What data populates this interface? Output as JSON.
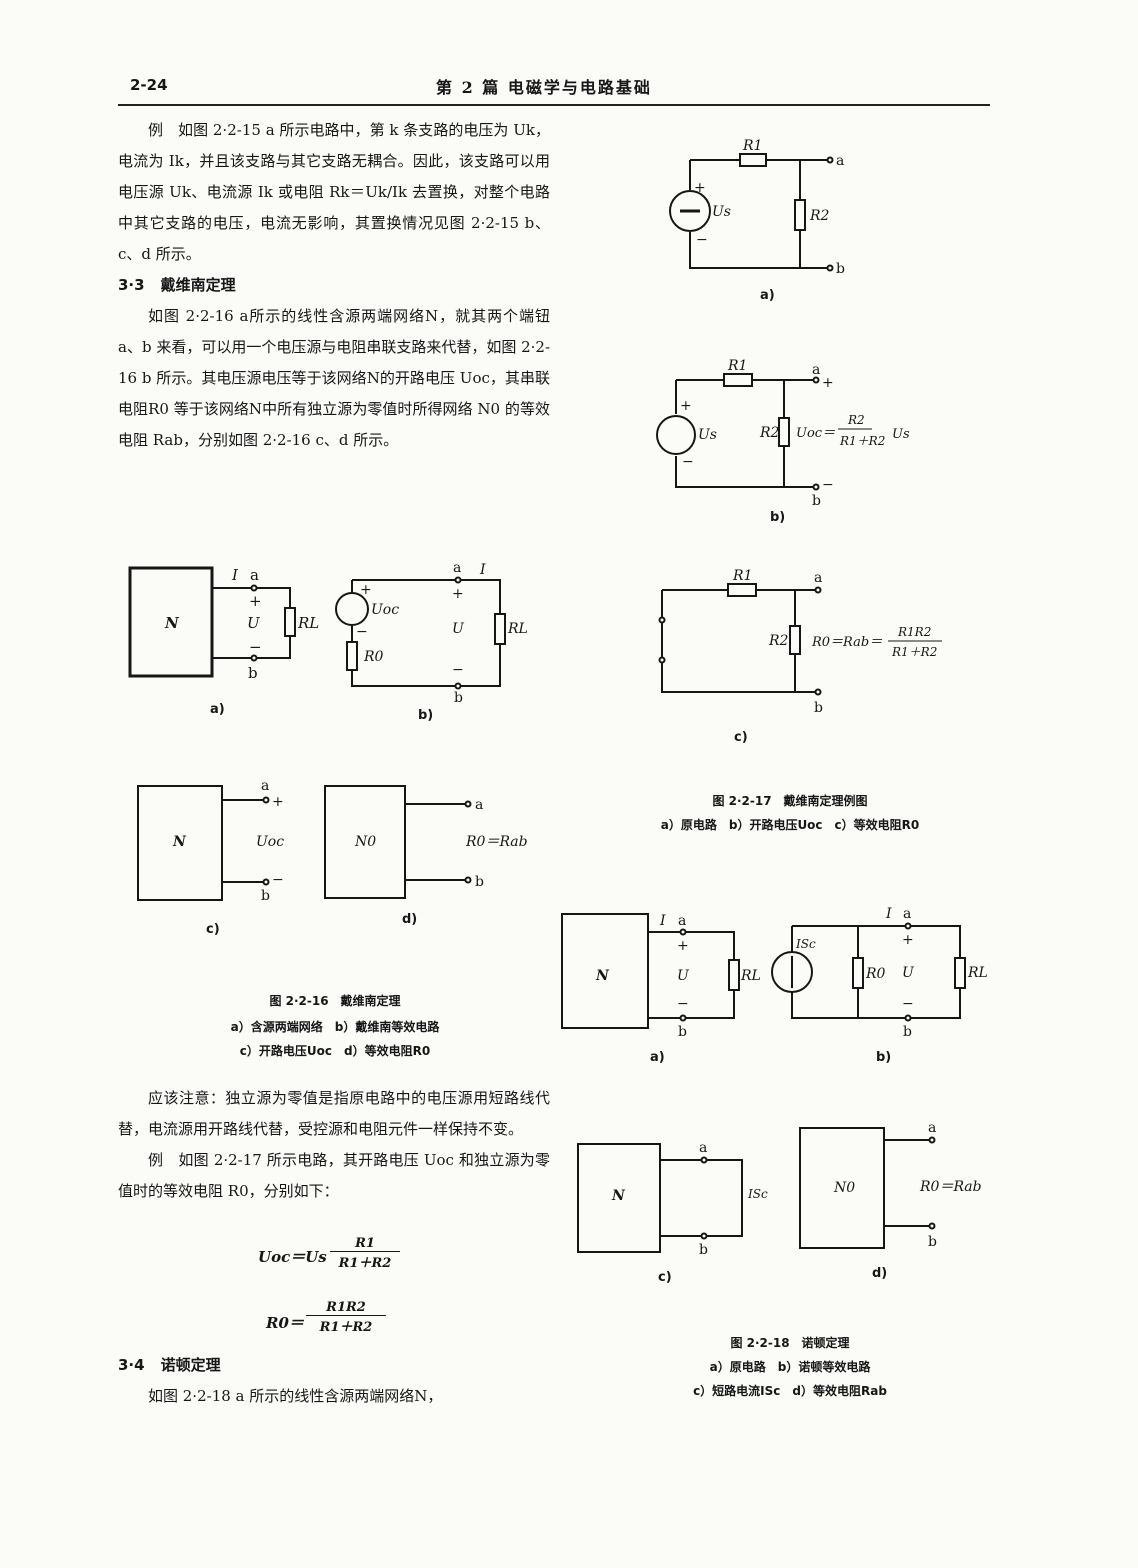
{
  "header": {
    "page_number": "2-24",
    "title": "第 2 篇   电磁学与电路基础"
  },
  "text": {
    "p1": "例　如图 2·2-15 a 所示电路中，第 k 条支路的电压为 Uk，电流为 Ik，并且该支路与其它支路无耦合。因此，该支路可以用电压源 Uk、电流源 Ik 或电阻 Rk＝Uk/Ik 去置换，对整个电路中其它支路的电压，电流无影响，其置换情况见图 2·2-15 b、c、d 所示。",
    "s33_num": "3·3",
    "s33_title": "戴维南定理",
    "p2": "如图 2·2-16 a所示的线性含源两端网络N，就其两个端钮 a、b 来看，可以用一个电压源与电阻串联支路来代替，如图 2·2-16 b 所示。其电压源电压等于该网络N的开路电压 Uoc，其串联电阻R0 等于该网络N中所有独立源为零值时所得网络 N0 的等效电阻 Rab，分别如图 2·2-16 c、d 所示。",
    "p3": "应该注意：独立源为零值是指原电路中的电压源用短路线代替，电流源用开路线代替，受控源和电阻元件一样保持不变。",
    "p4": "例　如图 2·2-17 所示电路，其开路电压 Uoc 和独立源为零值时的等效电阻 R0，分别如下：",
    "s34_num": "3·4",
    "s34_title": "诺顿定理",
    "p5": "如图 2·2-18 a 所示的线性含源两端网络N，"
  },
  "equations": {
    "uoc_lhs": "Uoc＝Us",
    "uoc_num": "R1",
    "uoc_den": "R1＋R2",
    "r0_lhs": "R0＝",
    "r0_num": "R1R2",
    "r0_den": "R1＋R2"
  },
  "figures": {
    "fig16": {
      "caption": "图 2·2-16　戴维南定理",
      "legend1": "a）含源两端网络　b）戴维南等效电路",
      "legend2": "c）开路电压Uoc　d）等效电阻R0",
      "sub_a": "a)",
      "sub_b": "b)",
      "sub_c": "c)",
      "sub_d": "d)"
    },
    "fig17": {
      "caption": "图 2·2-17　戴维南定理例图",
      "legend1": "a）原电路　b）开路电压Uoc　c）等效电阻R0",
      "sub_a": "a)",
      "sub_b": "b)",
      "sub_c": "c)"
    },
    "fig18": {
      "caption": "图 2·2-18　诺顿定理",
      "legend1": "a）原电路　b）诺顿等效电路",
      "legend2": "c）短路电流ISc　d）等效电阻Rab",
      "sub_a": "a)",
      "sub_b": "b)",
      "sub_c": "c)",
      "sub_d": "d)"
    }
  },
  "labels": {
    "N": "N",
    "N0": "N0",
    "a": "a",
    "b": "b",
    "I": "I",
    "U": "U",
    "plus": "+",
    "minus": "−",
    "RL": "RL",
    "R0": "R0",
    "R1": "R1",
    "R2": "R2",
    "Uoc": "Uoc",
    "Us": "Us",
    "Isc": "ISc",
    "R0_eq_Rab": "R0＝Rab",
    "uoc_formula_lhs": "Uoc＝",
    "uoc_formula_num": "R2",
    "uoc_formula_den": "R1＋R2",
    "uoc_formula_tail": "Us",
    "r0_formula_lhs": "R0＝Rab＝",
    "r0_formula_num": "R1R2",
    "r0_formula_den": "R1＋R2"
  }
}
